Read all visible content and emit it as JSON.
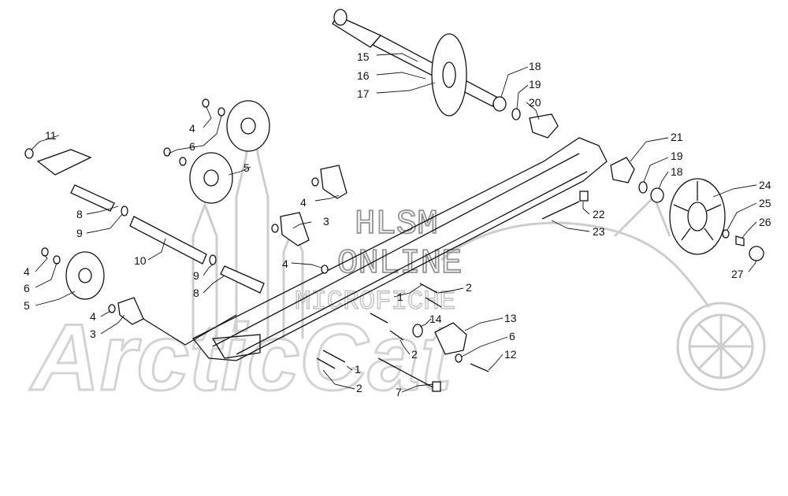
{
  "watermark": {
    "line1": "HLSM",
    "line2": "ONLINE",
    "line3": "MICROFICHE",
    "brand": "ArcticCat"
  },
  "callouts": [
    {
      "id": "15",
      "label": "15"
    },
    {
      "id": "16",
      "label": "16"
    },
    {
      "id": "17",
      "label": "17"
    },
    {
      "id": "18a",
      "label": "18"
    },
    {
      "id": "19a",
      "label": "19"
    },
    {
      "id": "20",
      "label": "20"
    },
    {
      "id": "11",
      "label": "11"
    },
    {
      "id": "4a",
      "label": "4"
    },
    {
      "id": "6a",
      "label": "6"
    },
    {
      "id": "5a",
      "label": "5"
    },
    {
      "id": "21",
      "label": "21"
    },
    {
      "id": "19b",
      "label": "19"
    },
    {
      "id": "18b",
      "label": "18"
    },
    {
      "id": "24",
      "label": "24"
    },
    {
      "id": "25",
      "label": "25"
    },
    {
      "id": "26",
      "label": "26"
    },
    {
      "id": "8a",
      "label": "8"
    },
    {
      "id": "9a",
      "label": "9"
    },
    {
      "id": "4b",
      "label": "4"
    },
    {
      "id": "3a",
      "label": "3"
    },
    {
      "id": "22",
      "label": "22"
    },
    {
      "id": "23",
      "label": "23"
    },
    {
      "id": "10",
      "label": "10"
    },
    {
      "id": "4c",
      "label": "4"
    },
    {
      "id": "27",
      "label": "27"
    },
    {
      "id": "4d",
      "label": "4"
    },
    {
      "id": "6b",
      "label": "6"
    },
    {
      "id": "5b",
      "label": "5"
    },
    {
      "id": "9b",
      "label": "9"
    },
    {
      "id": "8b",
      "label": "8"
    },
    {
      "id": "2a",
      "label": "2"
    },
    {
      "id": "1a",
      "label": "1"
    },
    {
      "id": "4e",
      "label": "4"
    },
    {
      "id": "3b",
      "label": "3"
    },
    {
      "id": "14",
      "label": "14"
    },
    {
      "id": "13",
      "label": "13"
    },
    {
      "id": "6c",
      "label": "6"
    },
    {
      "id": "2b",
      "label": "2"
    },
    {
      "id": "12",
      "label": "12"
    },
    {
      "id": "1b",
      "label": "1"
    },
    {
      "id": "2c",
      "label": "2"
    },
    {
      "id": "7",
      "label": "7"
    }
  ]
}
